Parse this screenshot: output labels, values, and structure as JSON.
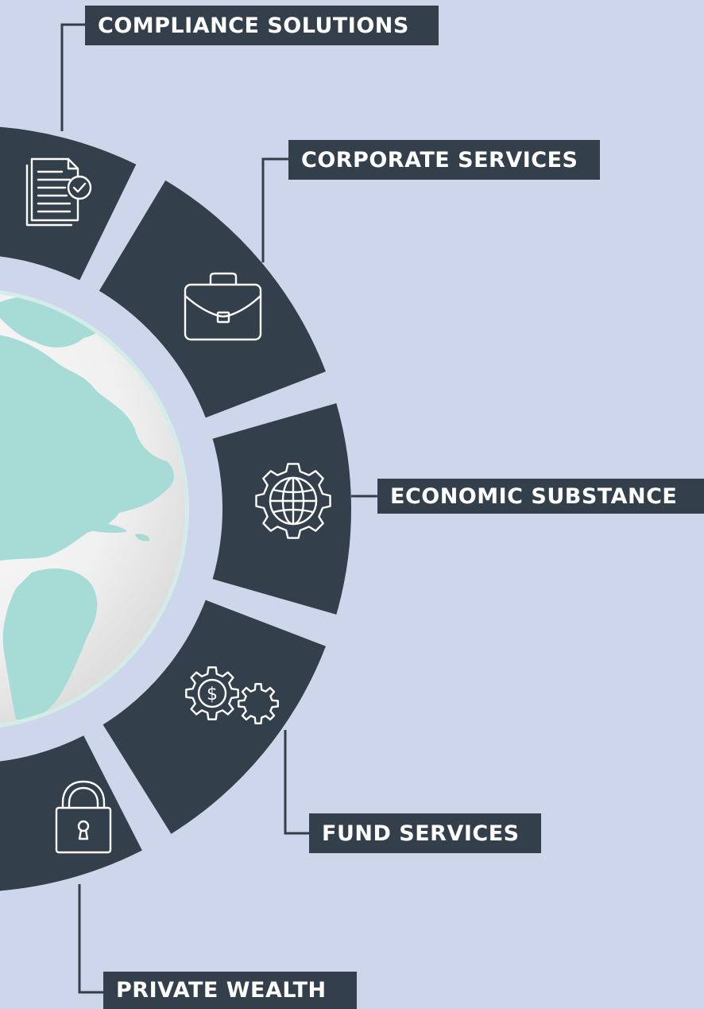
{
  "labels": {
    "compliance_solutions": "COMPLIANCE SOLUTIONS",
    "corporate_services": "CORPORATE SERVICES",
    "economic_substance": "ECONOMIC SUBSTANCE",
    "fund_services": "FUND SERVICES",
    "private_wealth": "PRIVATE WEALTH"
  },
  "icons": {
    "compliance_solutions": "document-check-icon",
    "corporate_services": "briefcase-icon",
    "economic_substance": "gear-globe-icon",
    "fund_services": "gears-dollar-icon",
    "private_wealth": "padlock-icon"
  },
  "colors": {
    "background": "#cdd6eb",
    "segment": "#333f4a",
    "label_background": "#333f4a",
    "label_text": "#ffffff",
    "icon_stroke": "#ffffff",
    "globe_land": "#a6dcd5",
    "globe_ocean": "#f2f2f2"
  }
}
